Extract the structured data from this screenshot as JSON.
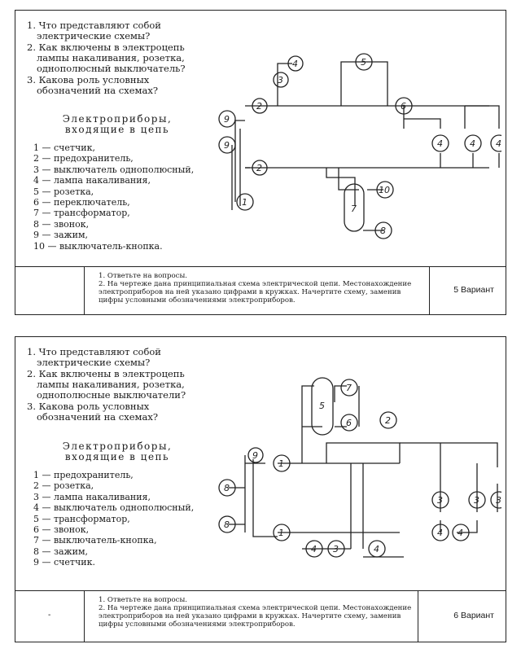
{
  "cards": [
    {
      "variant": "5 Вариант",
      "questions": [
        "1. Что представляют собой электрические схемы?",
        "2. Как включены в электроцепь лампы накаливания, розетка, однополюсный выключатель?",
        "3. Какова роль условных обозначений на схемах?"
      ],
      "devices_title_1": "Электроприборы,",
      "devices_title_2": "входящие в цепь",
      "devices": [
        "1 — счетчик,",
        "2 — предохранитель,",
        "3 — выключатель однополюсный,",
        "4 — лампа накаливания,",
        "5 — розетка,",
        "6 — переключатель,",
        "7 — трансформатор,",
        "8 — звонок,",
        "9 — зажим,",
        "10 — выключатель-кнопка."
      ],
      "instructions": [
        "1. Ответьте на вопросы.",
        "2. На чертеже дана принципиальная схема электрической цепи. Местонахождение электроприборов на ней указано цифрами в кружках. Начертите схему, заменив цифры условными обозначениями электроприборов."
      ],
      "diagram_labels": [
        "1",
        "2",
        "2",
        "3",
        "4",
        "4",
        "4",
        "4",
        "5",
        "6",
        "7",
        "8",
        "9",
        "9",
        "10"
      ]
    },
    {
      "variant": "6 Вариант",
      "questions": [
        "1. Что представляют собой электрические схемы?",
        "2. Как включены в электроцепь лампы накаливания, розетка, однополюсные выключатели?",
        "3. Какова роль условных обозначений на схемах?"
      ],
      "devices_title_1": "Электроприборы,",
      "devices_title_2": "входящие в цепь",
      "devices": [
        "1 — предохранитель,",
        "2 — розетка,",
        "3 — лампа накаливания,",
        "4 — выключатель однополюсный,",
        "5 — трансформатор,",
        "6 — звонок,",
        "7 — выключатель-кнопка,",
        "8 — зажим,",
        "9 — счетчик."
      ],
      "instructions": [
        "1. Ответьте на вопросы.",
        "2. На чертеже дана принципиальная схема электрической цепи. Местонахождение электроприборов на ней указано цифрами в кружках. Начертите схему, заменив цифры условными обозначениями электроприборов."
      ],
      "footer_mark": "-",
      "diagram_labels": [
        "1",
        "1",
        "2",
        "3",
        "3",
        "3",
        "3",
        "4",
        "4",
        "4",
        "4",
        "5",
        "6",
        "7",
        "8",
        "8",
        "9"
      ]
    }
  ]
}
